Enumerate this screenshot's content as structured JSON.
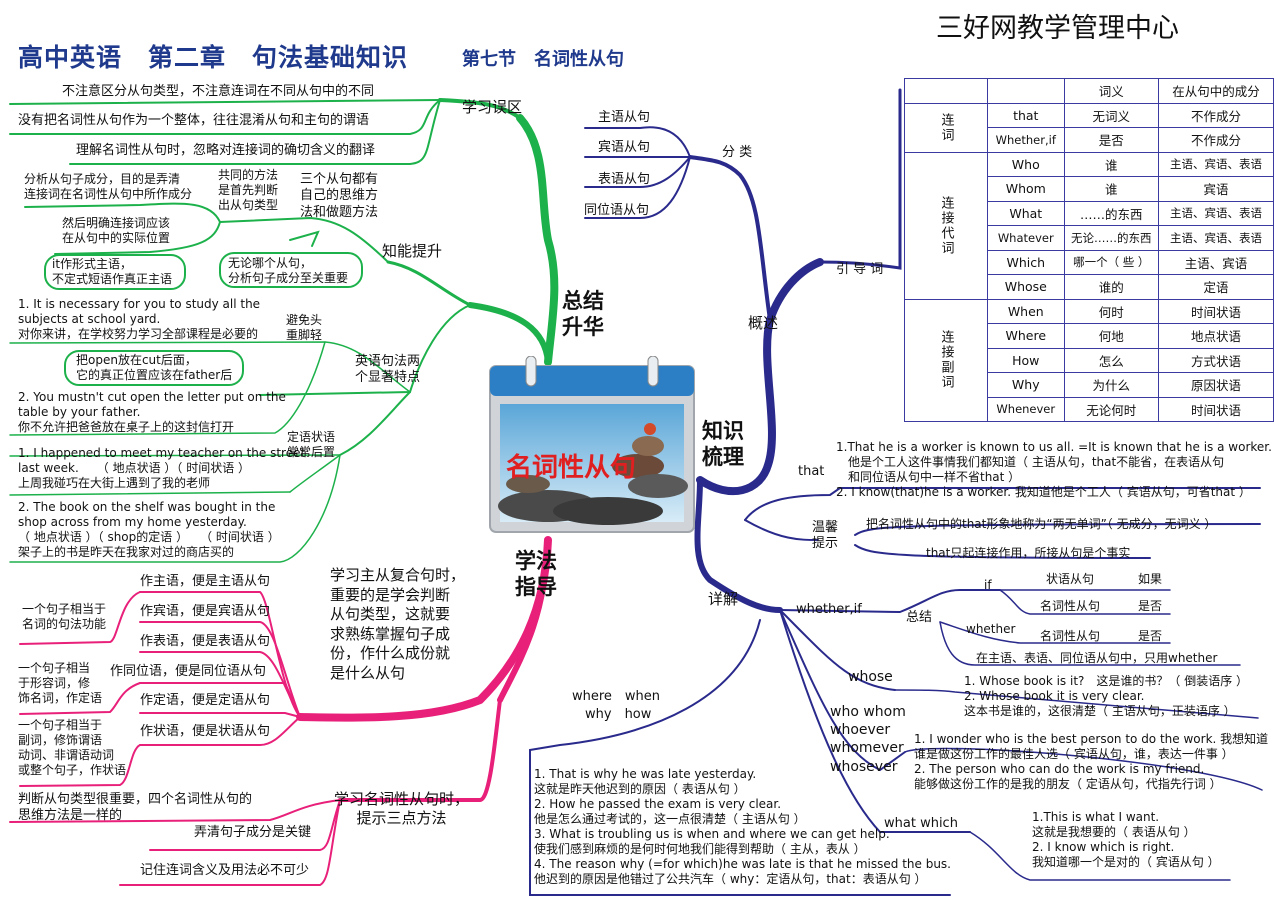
{
  "header": {
    "title": "高中英语　第二章　句法基础知识",
    "subtitle": "第七节　名词性从句",
    "brand": "三好网教学管理中心"
  },
  "center": {
    "title": "名词性从句",
    "top_label": "总结\n升华",
    "right_label": "知识\n梳理",
    "bottom_label": "学法\n指导"
  },
  "colors": {
    "green": "#1db14b",
    "navy": "#2a2a8c",
    "pink": "#e8207a",
    "red": "#e02020"
  },
  "left_green": {
    "mistakes_label": "学习误区",
    "mistakes": [
      "不注意区分从句类型，不注意连词在不同从句中的不同",
      "没有把名词性从句作为一个整体，往往混淆从句和主句的谓语",
      "理解名词性从句时，忽略对连接词的确切含义的翻译"
    ],
    "ability_label": "知能提升",
    "analysis": "分析从句子成分，目的是弄清\n连接词在名词性从句中所作成分",
    "common": "共同的方法\n是首先判断\n出从句类型",
    "three_clauses": "三个从句都有\n自己的思维方\n法和做题方法",
    "clarify": "然后明确连接词应该\n在从句中的实际位置",
    "it_form": "it作形式主语，\n不定式短语作真正主语",
    "any_clause": "无论哪个从句，\n分析句子成分至关重要",
    "features_label": "英语句法两\n个显著特点",
    "avoid_label": "避免头\n重脚轻",
    "adverbial_label": "定语状语\n常常后置",
    "ex1": "1. It is necessary for you to study all the\nsubjects at school yard.\n对你来讲，在学校努力学习全部课程是必要的",
    "put_open": "把open放在cut后面，\n它的真正位置应该在father后",
    "ex2": "2. You mustn't cut open the letter put on the\ntable by your father.\n你不允许把爸爸放在桌子上的这封信打开",
    "ex3": "1. I happened to meet my teacher on the street\nlast week.　　（ 地点状语 ）（ 时间状语 ）\n上周我碰巧在大街上遇到了我的老师",
    "ex4": "2. The book on the shelf was bought in the\nshop across from my home yesterday.\n（ 地点状语 ）（ shop的定语 ）　　（ 时间状语 ）\n架子上的书是昨天在我家对过的商店买的"
  },
  "pink": {
    "main_text": "学习主从复合句时，\n重要的是学会判断\n从句类型，这就要\n求熟练掌握句子成\n份，作什么成份就\n是什么从句",
    "roles": [
      "作主语，便是主语从句",
      "作宾语，便是宾语从句",
      "作表语，便是表语从句",
      "作同位语，便是同位语从句",
      "作定语，便是定语从句",
      "作状语，便是状语从句"
    ],
    "noun_func": "一个句子相当于\n名词的句法功能",
    "adj_func": "一个句子相当\n于形容词，修\n饰名词，作定语",
    "adv_func": "一个句子相当于\n副词，修饰谓语\n动词、非谓语动词\n或整个句子，作状语",
    "three_points_label": "学习名词性从句时，\n提示三点方法",
    "points": [
      "判断从句类型很重要，四个名词性从句的\n思维方法是一样的",
      "弄清句子成分是关键",
      "记住连词含义及用法必不可少"
    ]
  },
  "right": {
    "overview_label": "概述",
    "classify_label": "分 类",
    "classes": [
      "主语从句",
      "宾语从句",
      "表语从句",
      "同位语从句"
    ],
    "intro_label": "引 导 词",
    "table_header": [
      "",
      "",
      "词义",
      "在从句中的成分"
    ],
    "table_groups": [
      {
        "group": "连词",
        "rows": [
          [
            "that",
            "无词义",
            "不作成分"
          ],
          [
            "Whether,if",
            "是否",
            "不作成分"
          ]
        ]
      },
      {
        "group": "连接代词",
        "rows": [
          [
            "Who",
            "谁",
            "主语、宾语、表语"
          ],
          [
            "Whom",
            "谁",
            "宾语"
          ],
          [
            "What",
            "……的东西",
            "主语、宾语、表语"
          ],
          [
            "Whatever",
            "无论……的东西",
            "主语、宾语、表语"
          ],
          [
            "Which",
            "哪一个（ 些 ）",
            "主语、宾语"
          ],
          [
            "Whose",
            "谁的",
            "定语"
          ]
        ]
      },
      {
        "group": "连接副词",
        "rows": [
          [
            "When",
            "何时",
            "时间状语"
          ],
          [
            "Where",
            "何地",
            "地点状语"
          ],
          [
            "How",
            "怎么",
            "方式状语"
          ],
          [
            "Why",
            "为什么",
            "原因状语"
          ],
          [
            "Whenever",
            "无论何时",
            "时间状语"
          ]
        ]
      }
    ],
    "detail_label": "详解",
    "that_label": "that",
    "that_text": "1.That he is a worker is known to us all. =It is known that he is a worker.\n　他是个工人这件事情我们都知道（ 主语从句，that不能省，在表语从句\n　和同位语从句中一样不省that ）\n2. I know(that)he is a worker. 我知道他是个工人（ 宾语从句，可省that ）",
    "tip_label": "温馨\n提示",
    "tip1": "把名词性从句中的that形象地称为“两无单词”（ 无成分，无词义 ）",
    "tip2": "that只起连接作用，所接从句是个事实",
    "whether_label": "whether,if",
    "summary_label": "总结",
    "if_label": "if",
    "whether_word": "whether",
    "if_rows": [
      [
        "状语从句",
        "如果"
      ],
      [
        "名词性从句",
        "是否"
      ]
    ],
    "whether_row": [
      "名词性从句",
      "是否"
    ],
    "whether_only": "在主语、表语、同位语从句中，只用whether",
    "whose_label": "whose",
    "whose_text": "1. Whose book is it?　这是谁的书？（ 倒装语序 ）\n2. Whose book it is very clear.\n这本书是谁的，这很清楚（ 主语从句，正装语序 ）",
    "who_label": "who whom\nwhoever\nwhomever\nwhosever",
    "who_text": "1. I wonder who is the best person to do the work. 我想知道\n谁是做这份工作的最佳人选（ 宾语从句，谁，表达一件事 ）\n2. The person who can do the work is my friend.\n能够做这份工作的是我的朋友（ 定语从句，代指先行词 ）",
    "what_label": "what which",
    "what_text": "1.This is what I want.\n这就是我想要的（ 表语从句 ）\n2. I know which is right.\n我知道哪一个是对的（ 宾语从句 ）",
    "where_label": "where　when\n　why　how",
    "where_text": "1. That is why he was late yesterday.\n这就是昨天他迟到的原因（ 表语从句 ）\n2. How he passed the exam is very clear.\n他是怎么通过考试的，这一点很清楚（ 主语从句 ）\n3. What is troubling us is when and where we can get help.\n使我们感到麻烦的是何时何地我们能得到帮助（ 主从，表从 ）\n4. The reason why (=for which)he was late is that he missed the bus.\n他迟到的原因是他错过了公共汽车（ why：定语从句，that：表语从句 ）"
  }
}
